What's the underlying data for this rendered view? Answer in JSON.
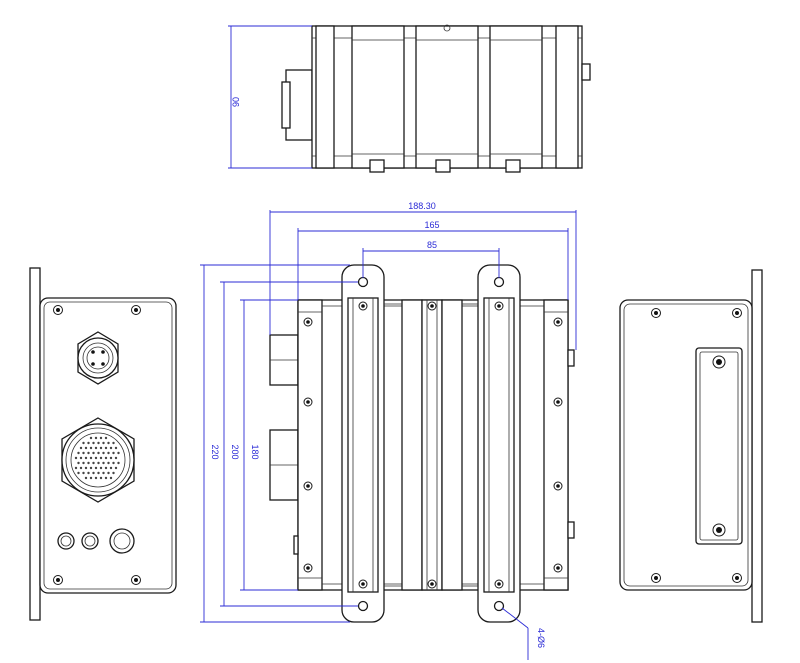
{
  "dimensions": {
    "height_top": "90",
    "width_outer": "188.30",
    "width_mid": "165",
    "width_holes": "85",
    "height_outer": "220",
    "height_mid": "200",
    "height_inner": "180",
    "hole_callout": "4-Ø6"
  },
  "colors": {
    "dimension": "#2b2bd6",
    "outline": "#1a1a1a"
  }
}
